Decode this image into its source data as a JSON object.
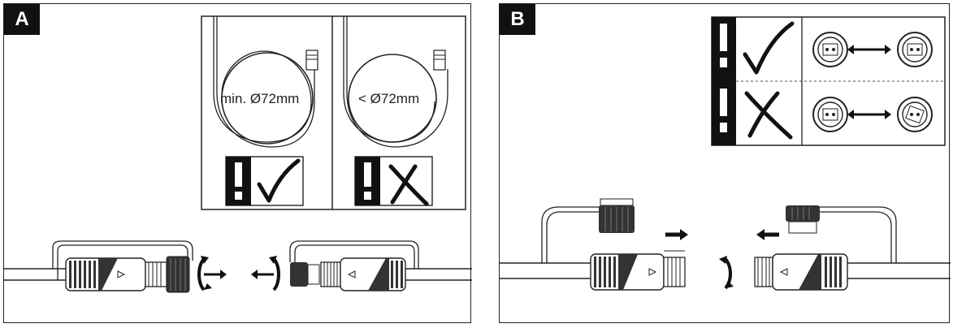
{
  "panels": {
    "a": {
      "label": "A"
    },
    "b": {
      "label": "B"
    }
  },
  "bend_radius": {
    "ok_label": "min. Ø72mm",
    "bad_label": "< Ø72mm"
  },
  "symbols": {
    "warning": "!",
    "check": "✓",
    "cross": "✗"
  },
  "colors": {
    "line": "#222222",
    "fill_dark": "#111111",
    "background": "#ffffff"
  }
}
